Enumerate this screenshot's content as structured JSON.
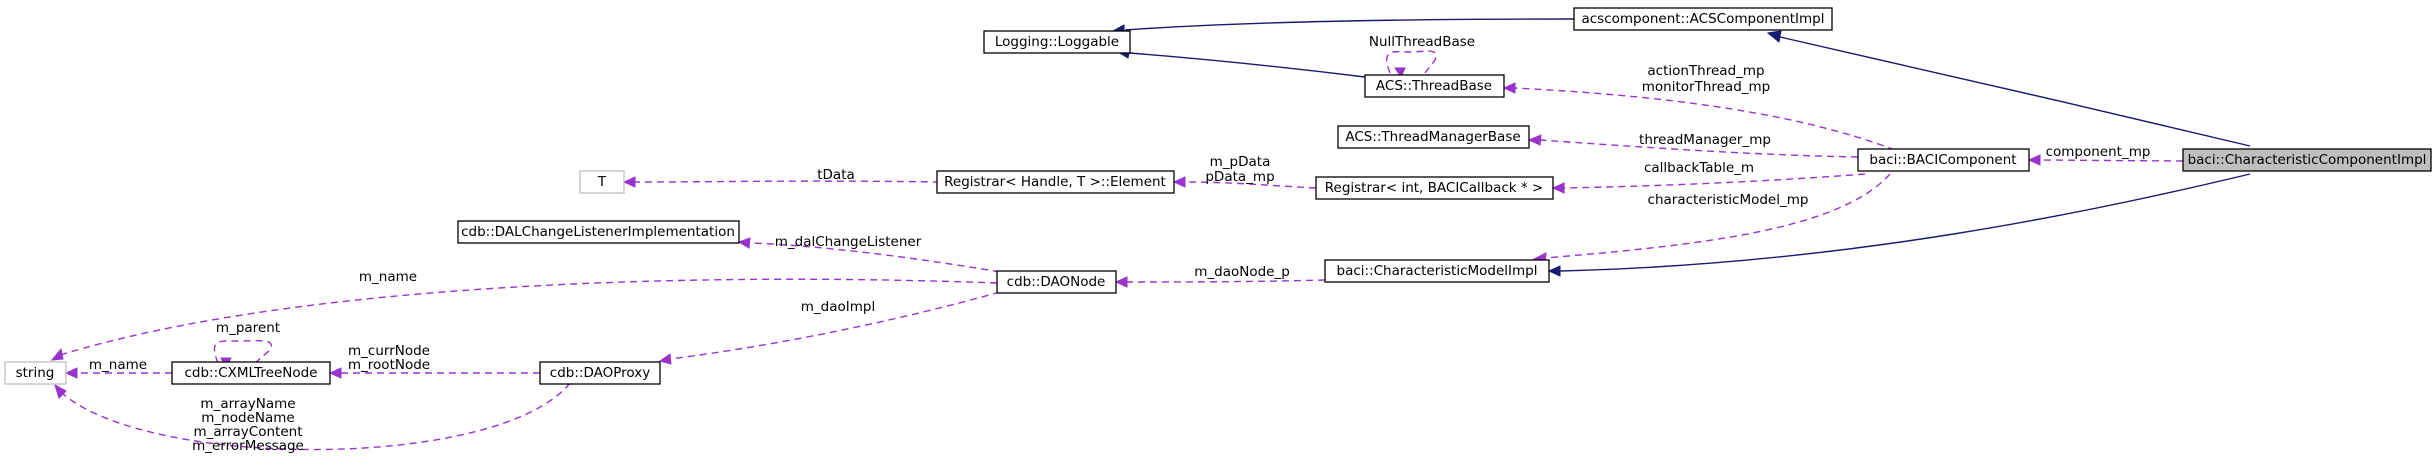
{
  "nodes": {
    "focus": "baci::CharacteristicComponentImpl",
    "acscomponent": "acscomponent::ACSComponentImpl",
    "loggable": "Logging::Loggable",
    "threadbase": "ACS::ThreadBase",
    "threadmanager": "ACS::ThreadManagerBase",
    "bacicomponent": "baci::BACIComponent",
    "registrar_int": "Registrar< int, BACICallback * >",
    "registrar_element": "Registrar< Handle, T >::Element",
    "t": "T",
    "dalchange": "cdb::DALChangeListenerImplementation",
    "daonode": "cdb::DAONode",
    "charmodel": "baci::CharacteristicModelImpl",
    "string": "string",
    "cxml": "cdb::CXMLTreeNode",
    "daoproxy": "cdb::DAOProxy"
  },
  "edge_labels": {
    "nullthreadbase": "NullThreadBase",
    "actionthread": "actionThread_mp",
    "monitorthread": "monitorThread_mp",
    "threadmanager": "threadManager_mp",
    "component": "component_mp",
    "callbacktable": "callbackTable_m",
    "characteristicmodel": "characteristicModel_mp",
    "pdata": "m_pData",
    "pdata_mp": "pData_mp",
    "tdata": "tData",
    "dalchangelistener": "m_dalChangeListener",
    "daonode_p": "m_daoNode_p",
    "m_name_daonode": "m_name",
    "daoimpl": "m_daoImpl",
    "parent": "m_parent",
    "m_name_cxml": "m_name",
    "currnode": "m_currNode",
    "rootnode": "m_rootNode",
    "arrayname": "m_arrayName",
    "nodename": "m_nodeName",
    "arraycontent": "m_arrayContent",
    "errormessage": "m_errorMessage"
  },
  "colors": {
    "inheritance": "#191970",
    "usage": "#9a32cd",
    "focus_fill": "#bfbfbf",
    "undocumented_border": "#bfbfbf"
  }
}
